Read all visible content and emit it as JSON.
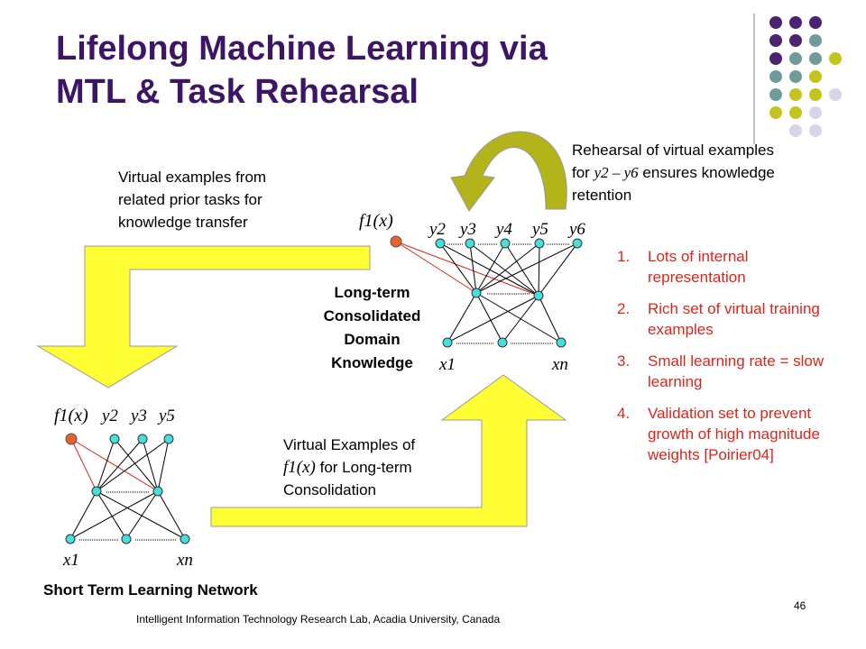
{
  "slide": {
    "title_line1": "Lifelong Machine Learning via",
    "title_line2": "MTL & Task Rehearsal",
    "footer": "Intelligent  Information Technology Research Lab,   Acadia University, Canada",
    "page_number": "46"
  },
  "annotations": {
    "virtual_examples_prior": "Virtual examples from related prior tasks for knowledge transfer",
    "rehearsal_prefix": "Rehearsal of virtual examples",
    "rehearsal_for": "for",
    "rehearsal_range": "y2 – y6",
    "rehearsal_suffix": "ensures knowledge retention",
    "ltm_label": "Long-term Consolidated Domain Knowledge",
    "virtual_examples_of": "Virtual Examples of",
    "f1x": "f1(x)",
    "for_long_term": "for Long-term",
    "consolidation": "Consolidation",
    "stl_label": "Short Term Learning Network"
  },
  "notes": [
    {
      "num": "1.",
      "text": "Lots of internal representation"
    },
    {
      "num": "2.",
      "text": "Rich set of virtual training examples"
    },
    {
      "num": "3.",
      "text": "Small learning rate = slow learning"
    },
    {
      "num": "4.",
      "text": "Validation set to prevent growth of high magnitude weights [Poirier04]"
    }
  ],
  "ltm_network": {
    "f_label": "f1(x)",
    "outputs": [
      "y2",
      "y3",
      "y4",
      "y5",
      "y6"
    ],
    "inputs": [
      "x1",
      "xn"
    ]
  },
  "stl_network": {
    "f_label": "f1(x)",
    "outputs": [
      "y2",
      "y3",
      "y5"
    ],
    "inputs": [
      "x1",
      "xn"
    ]
  },
  "colors": {
    "title": "#3d1566",
    "arrow_fill": "#ffff33",
    "curved_arrow": "#b3b31a",
    "node": "#44e0e0",
    "task_node": "#e8602c",
    "red_text": "#d9261c",
    "dot_purple": "#4b2370",
    "dot_teal": "#6f9c9b",
    "dot_olive": "#c4c41f",
    "dot_lavender": "#d6d6e8"
  }
}
